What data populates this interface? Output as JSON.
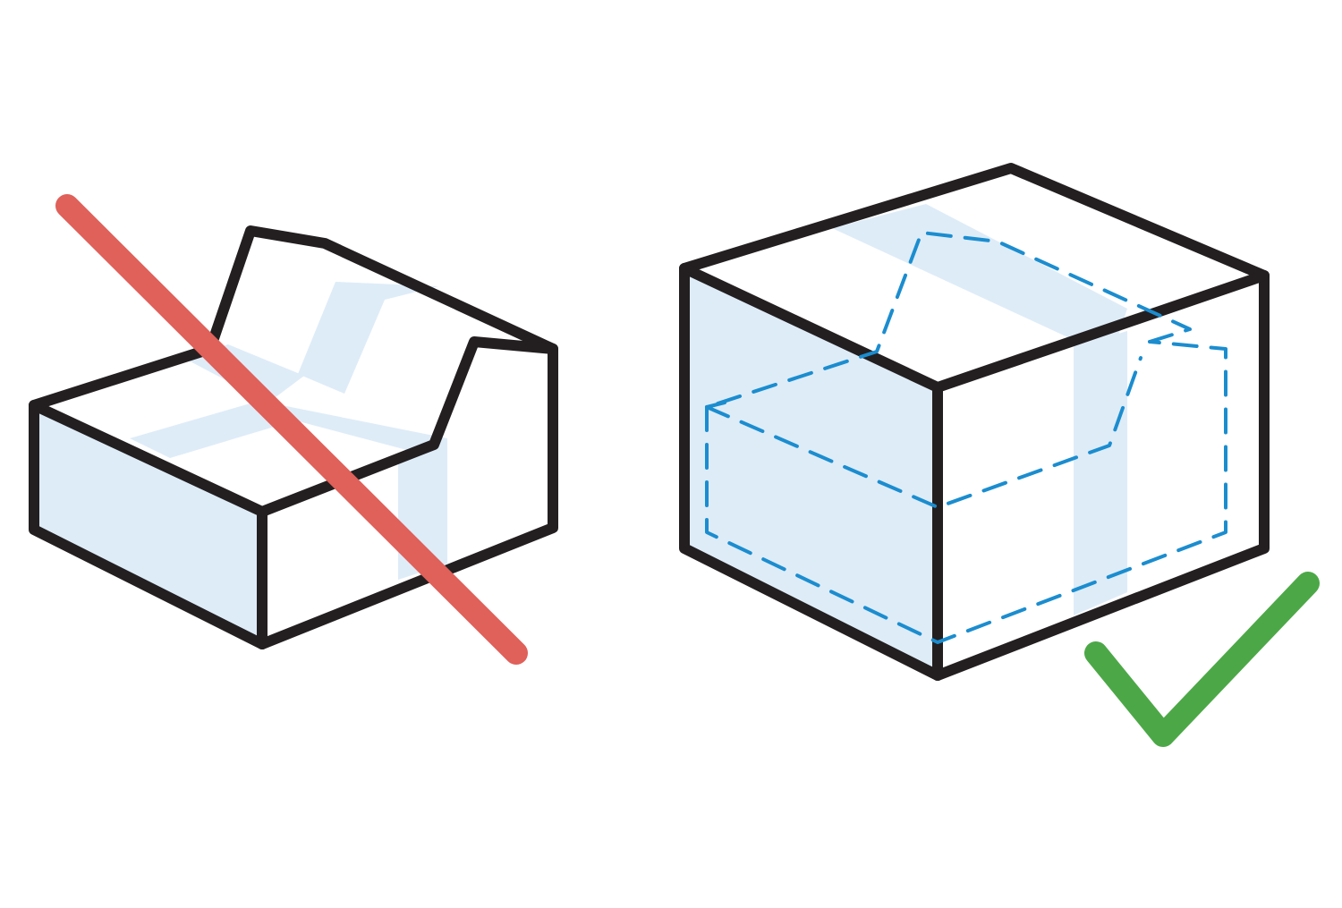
{
  "colors": {
    "outline": "#231f20",
    "fill_light_blue": "#deecf8",
    "dashed_blue": "#1b8dcf",
    "cross_red": "#e0605a",
    "check_green": "#4ca847"
  },
  "panels": [
    {
      "box": "damaged-open-box",
      "mark": "cross-icon",
      "verdict": "incorrect"
    },
    {
      "box": "sealed-intact-box",
      "mark": "checkmark-icon",
      "verdict": "correct"
    }
  ]
}
